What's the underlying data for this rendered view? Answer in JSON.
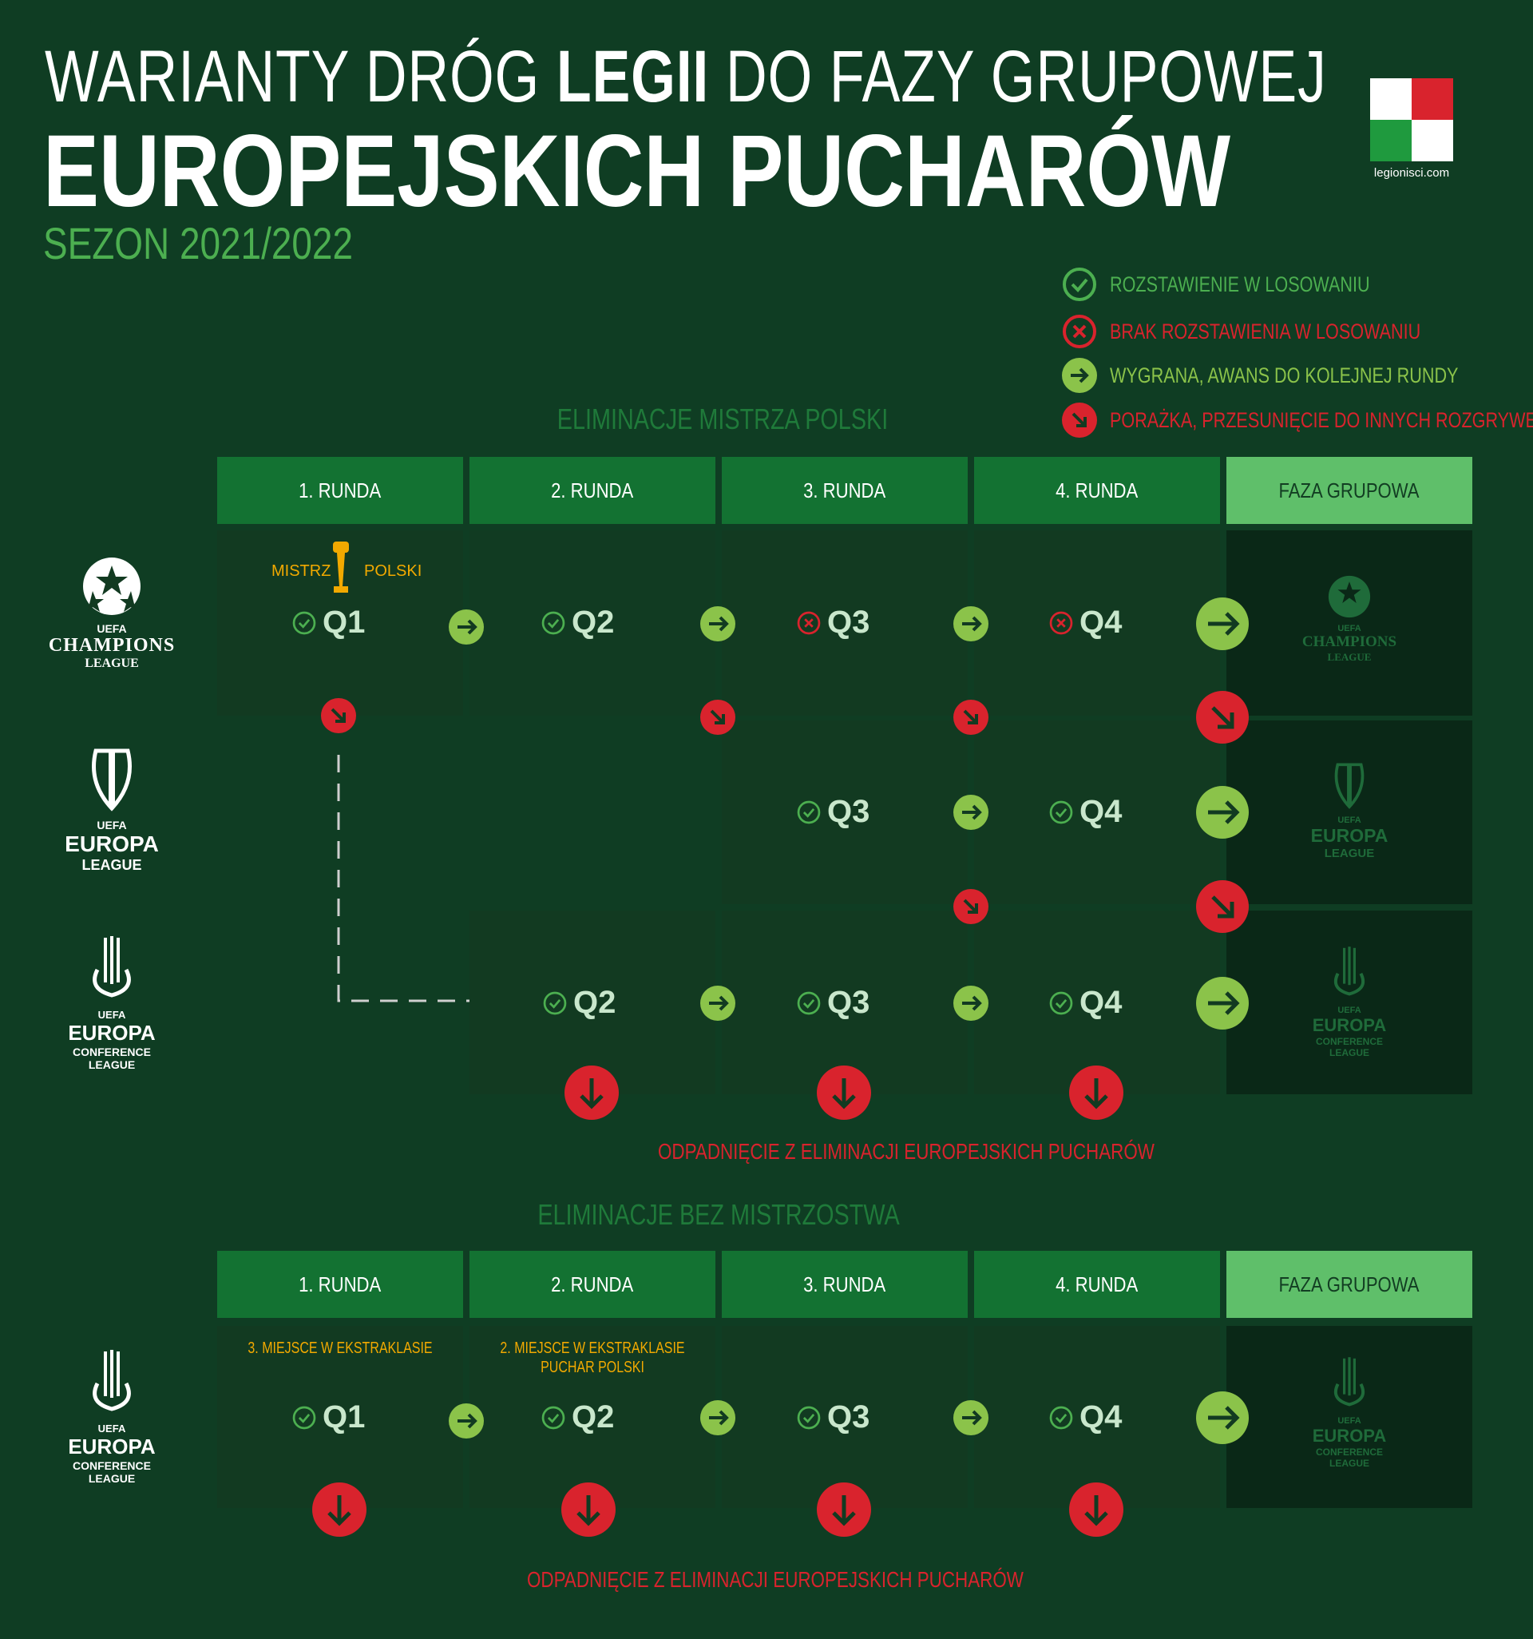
{
  "title": {
    "line1_part1": "WARIANTY DRÓG ",
    "line1_bold": "LEGII",
    "line1_part2": " DO FAZY GRUPOWEJ",
    "line2": "EUROPEJSKICH PUCHARÓW",
    "season": "SEZON 2021/2022"
  },
  "brand": {
    "site": "legionisci.com"
  },
  "legend": [
    {
      "icon": "check-circle-icon",
      "text": "ROZSTAWIENIE W LOSOWANIU",
      "color": "#4caf50"
    },
    {
      "icon": "x-circle-icon",
      "text": "BRAK ROZSTAWIENIA W LOSOWANIU",
      "color": "#d9232d"
    },
    {
      "icon": "arrow-right-icon",
      "text": "WYGRANA, AWANS DO KOLEJNEJ RUNDY",
      "color": "#8bc34a"
    },
    {
      "icon": "arrow-down-right-icon",
      "text": "PORAŻKA, PRZESUNIĘCIE DO INNYCH ROZGRYWEK",
      "color": "#d9232d"
    }
  ],
  "section1": {
    "title": "ELIMINACJE MISTRZA POLSKI",
    "headers": [
      "1. RUNDA",
      "2. RUNDA",
      "3. RUNDA",
      "4. RUNDA",
      "FAZA GRUPOWA"
    ],
    "champion_left": "MISTRZ",
    "champion_right": "POLSKI",
    "cl_rounds": [
      "Q1",
      "Q2",
      "Q3",
      "Q4"
    ],
    "el_rounds": [
      "Q3",
      "Q4"
    ],
    "ecl_rounds": [
      "Q2",
      "Q3",
      "Q4"
    ],
    "elimination": "ODPADNIĘCIE Z ELIMINACJI EUROPEJSKICH PUCHARÓW"
  },
  "section2": {
    "title": "ELIMINACJE BEZ MISTRZOSTWA",
    "headers": [
      "1. RUNDA",
      "2. RUNDA",
      "3. RUNDA",
      "4. RUNDA",
      "FAZA GRUPOWA"
    ],
    "note1": "3. MIEJSCE W EKSTRAKLASIE",
    "note2_line1": "2. MIEJSCE W EKSTRAKLASIE",
    "note2_line2": "PUCHAR POLSKI",
    "rounds": [
      "Q1",
      "Q2",
      "Q3",
      "Q4"
    ],
    "elimination": "ODPADNIĘCIE Z ELIMINACJI EUROPEJSKICH PUCHARÓW"
  },
  "competitions": {
    "cl": {
      "line1": "UEFA",
      "line2": "CHAMPIONS",
      "line3": "LEAGUE"
    },
    "el": {
      "line1": "UEFA",
      "line2": "EUROPA",
      "line3": "LEAGUE"
    },
    "ecl": {
      "line1": "UEFA",
      "line2": "EUROPA",
      "line3": "CONFERENCE",
      "line4": "LEAGUE"
    }
  },
  "colors": {
    "background": "#0f3d23",
    "header": "#137232",
    "header_final": "#5fbf6a",
    "advance_green": "#8bc34a",
    "red": "#d9232d",
    "gold": "#f2a900"
  }
}
